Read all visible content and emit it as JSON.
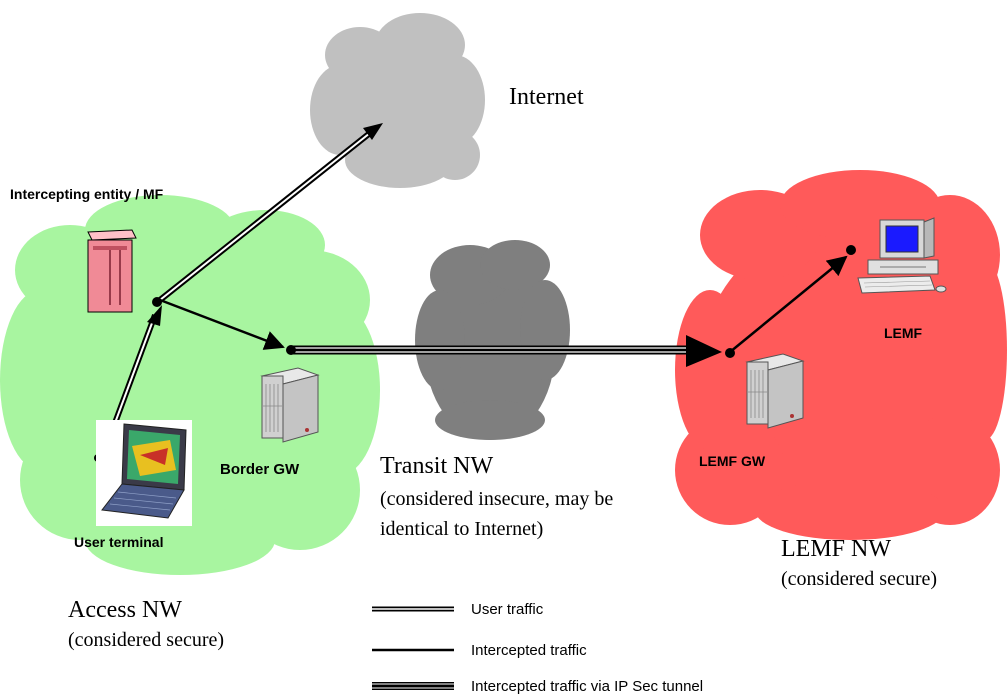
{
  "clouds": {
    "internet": {
      "label": "Internet",
      "color": "#c0c0c0"
    },
    "access": {
      "label": "Access NW",
      "sub": "(considered secure)",
      "color": "#a8f5a0"
    },
    "transit": {
      "label": "Transit NW",
      "sub1": "(considered insecure, may be",
      "sub2": "identical to Internet)",
      "color": "#7f7f7f"
    },
    "lemf": {
      "label": "LEMF NW",
      "sub": "(considered secure)",
      "color": "#ff5a5a"
    }
  },
  "devices": {
    "intercepting_entity": "Intercepting entity / MF",
    "border_gw": "Border GW",
    "user_terminal": "User terminal",
    "lemf_gw": "LEMF GW",
    "lemf": "LEMF"
  },
  "legend": {
    "user_traffic": "User traffic",
    "intercepted_traffic": "Intercepted traffic",
    "ipsec_traffic": "Intercepted traffic via IP Sec tunnel"
  }
}
